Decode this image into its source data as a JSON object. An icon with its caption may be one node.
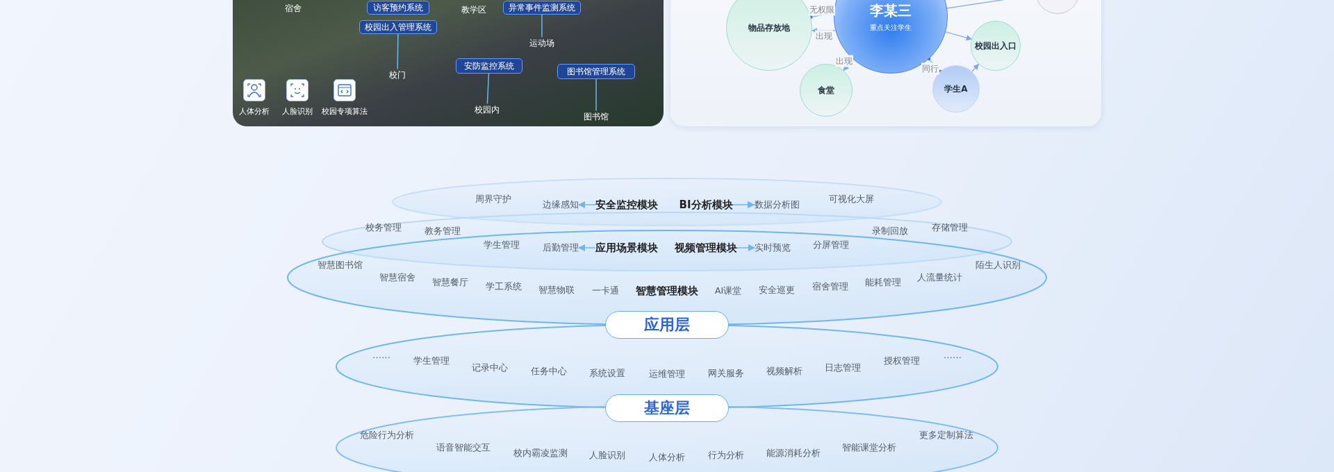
{
  "diagram": {
    "nodes": [
      {
        "text": [],
        "shape": "picture"
      },
      {
        "text": [
          "访客预约系统"
        ],
        "in": 0
      },
      {
        "text": [
          "校园出入管理系统"
        ],
        "in": 0
      },
      {
        "text": [
          "异常事件监测系统"
        ],
        "in": 0
      },
      {
        "text": [
          "校门"
        ],
        "in": 0
      },
      {
        "text": [
          "运动场"
        ],
        "in": 0
      },
      {
        "text": [
          "安防监控系统"
        ],
        "in": 0
      },
      {
        "text": [
          "校园内"
        ],
        "in": 0
      },
      {
        "text": [
          "图书馆管理系统"
        ],
        "in": 0
      },
      {
        "text": [
          "图书馆"
        ],
        "in": 0
      },
      {
        "text": [
          "李某三",
          "重点关注学生"
        ]
      },
      {
        "text": [
          "物品存放地"
        ]
      },
      {
        "text": [
          "食堂"
        ]
      },
      {
        "text": [
          "学生A"
        ]
      },
      {
        "text": [
          "校园出入口"
        ]
      },
      {
        "text": [],
        "shape": "circle"
      },
      {
        "text": [
          "边缘感知"
        ]
      },
      {
        "text": [
          "安全监控模块"
        ]
      },
      {
        "text": [
          "BI分析模块"
        ]
      },
      {
        "text": [
          "数据分析图"
        ]
      },
      {
        "text": [
          "后勤管理"
        ]
      },
      {
        "text": [
          "应用场景模块"
        ]
      },
      {
        "text": [
          "视频管理模块"
        ]
      },
      {
        "text": [
          "实时预览"
        ]
      },
      {
        "text": [
          "应用层"
        ]
      },
      {
        "text": [
          "基座层"
        ]
      }
    ],
    "edges": [
      {
        "from": 2,
        "to": 4,
        "arrow": "none"
      },
      {
        "from": 3,
        "to": 5,
        "arrow": "none"
      },
      {
        "from": 6,
        "to": 7,
        "arrow": "none"
      },
      {
        "from": 8,
        "to": 9,
        "arrow": "none"
      },
      {
        "from": 10,
        "to": 11,
        "label": "出现",
        "arrow": "to"
      },
      {
        "from": 10,
        "to": 11,
        "label": "无权限",
        "arrow": "other"
      },
      {
        "from": 10,
        "to": 12,
        "label": "出现",
        "arrow": "to"
      },
      {
        "from": 10,
        "to": 14,
        "arrow": "to"
      },
      {
        "from": 10,
        "to": 13,
        "label": "同行",
        "arrow": "other"
      },
      {
        "from": 13,
        "to": 14,
        "arrow": "to"
      },
      {
        "from": 10,
        "to": 15,
        "arrow": "none"
      },
      {
        "from": 17,
        "to": 16,
        "arrow": "to"
      },
      {
        "from": 18,
        "to": 19,
        "arrow": "to"
      },
      {
        "from": 21,
        "to": 20,
        "arrow": "to"
      },
      {
        "from": 22,
        "to": 23,
        "arrow": "to"
      }
    ],
    "labels": [
      "宿舍",
      "教学区",
      "人体分析",
      "人脸识别",
      "校园专项算法",
      "周界守护",
      "可视化大屏",
      "校务管理",
      "教务管理",
      "学生管理",
      "分屏管理",
      "录制回放",
      "存储管理",
      "智慧图书馆",
      "智慧宿舍",
      "智慧餐厅",
      "学工系统",
      "智慧物联",
      "一卡通",
      "智慧管理模块",
      "AI课堂",
      "安全巡更",
      "宿舍管理",
      "能耗管理",
      "人流量统计",
      "陌生人识别",
      "……",
      "学生管理",
      "记录中心",
      "任务中心",
      "系统设置",
      "运维管理",
      "网关服务",
      "视频解析",
      "日志管理",
      "授权管理",
      "……",
      "危险行为分析",
      "语音智能交互",
      "校内霸凌监测",
      "人脸识别",
      "人体分析",
      "行为分析",
      "能源消耗分析",
      "智能课堂分析",
      "更多定制算法"
    ]
  }
}
